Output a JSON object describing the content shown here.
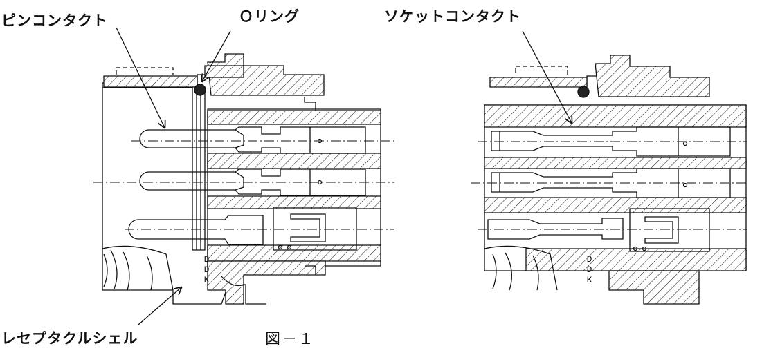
{
  "labels": {
    "pin_contact": "ピンコンタクト",
    "o_ring": "Ｏリング",
    "socket_contact": "ソケットコンタクト",
    "receptacle_shell": "レセプタクルシェル"
  },
  "caption": "図－１",
  "brand_marks": {
    "left": "DDK",
    "right": "DDK"
  }
}
